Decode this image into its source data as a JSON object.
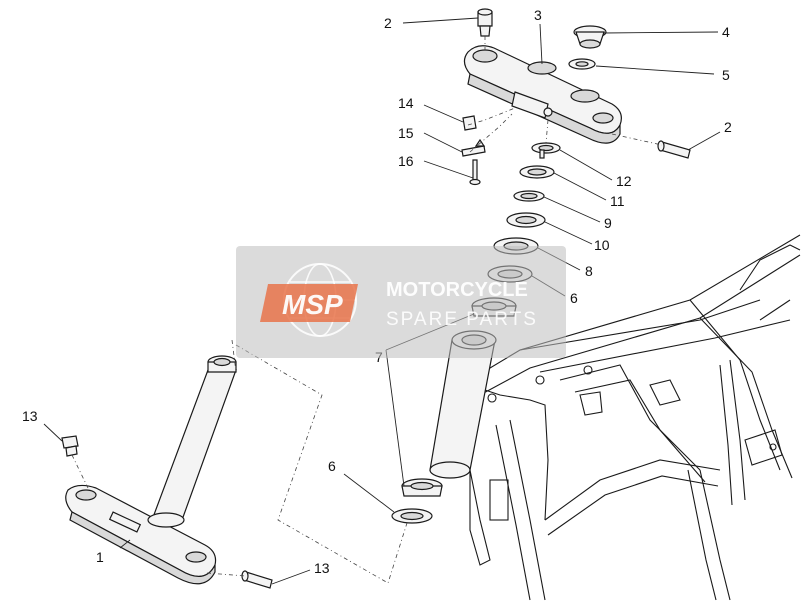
{
  "watermark": {
    "logo_text": "MSP",
    "brand": "MOTORCYCLE",
    "subtitle": "SPARE PARTS",
    "logo_color": "#e8734a"
  },
  "callouts": {
    "c1": "1",
    "c2a": "2",
    "c2b": "2",
    "c3": "3",
    "c4": "4",
    "c5": "5",
    "c6a": "6",
    "c6b": "6",
    "c7": "7",
    "c8": "8",
    "c9": "9",
    "c10": "10",
    "c11": "11",
    "c12": "12",
    "c13a": "13",
    "c13b": "13",
    "c14": "14",
    "c15": "15",
    "c16": "16"
  }
}
